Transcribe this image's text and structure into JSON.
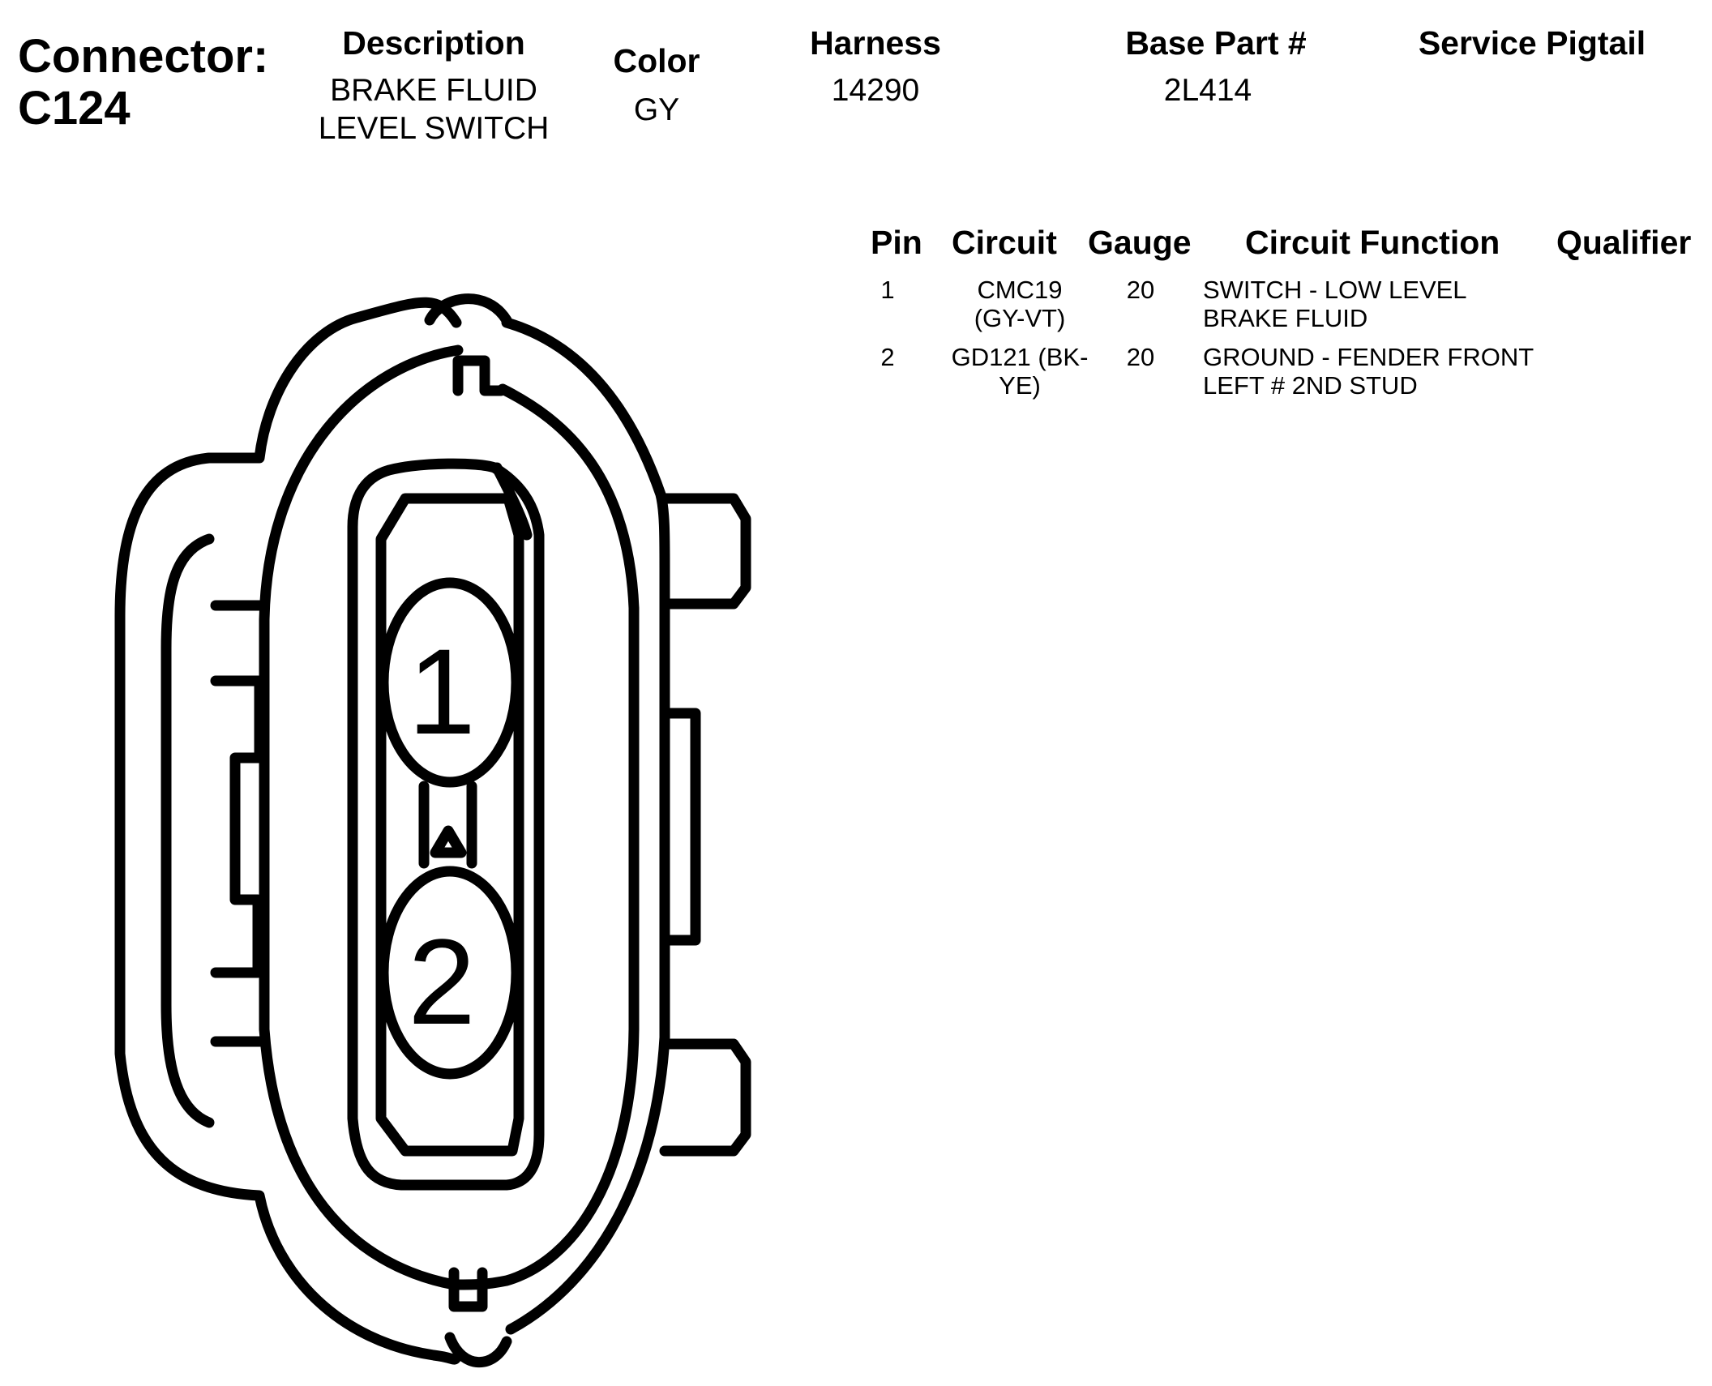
{
  "connector": {
    "label": "Connector:",
    "id": "C124"
  },
  "header": {
    "description_label": "Description",
    "description_line1": "BRAKE FLUID",
    "description_line2": "LEVEL SWITCH",
    "color_label": "Color",
    "color_value": "GY",
    "harness_label": "Harness",
    "harness_value": "14290",
    "base_part_label": "Base Part #",
    "base_part_value": "2L414",
    "service_pigtail_label": "Service Pigtail",
    "service_pigtail_value": ""
  },
  "table": {
    "columns": [
      "Pin",
      "Circuit",
      "Gauge",
      "Circuit Function",
      "Qualifier"
    ],
    "rows": [
      {
        "pin": "1",
        "circuit_line1": "CMC19",
        "circuit_line2": "(GY-VT)",
        "gauge": "20",
        "function_line1": "SWITCH - LOW LEVEL",
        "function_line2": "BRAKE FLUID",
        "qualifier": ""
      },
      {
        "pin": "2",
        "circuit_line1": "GD121 (BK-",
        "circuit_line2": "YE)",
        "gauge": "20",
        "function_line1": "GROUND - FENDER FRONT",
        "function_line2": "LEFT # 2ND STUD",
        "qualifier": ""
      }
    ]
  },
  "diagram": {
    "pin1_label": "1",
    "pin2_label": "2",
    "stroke_color": "#000000"
  }
}
